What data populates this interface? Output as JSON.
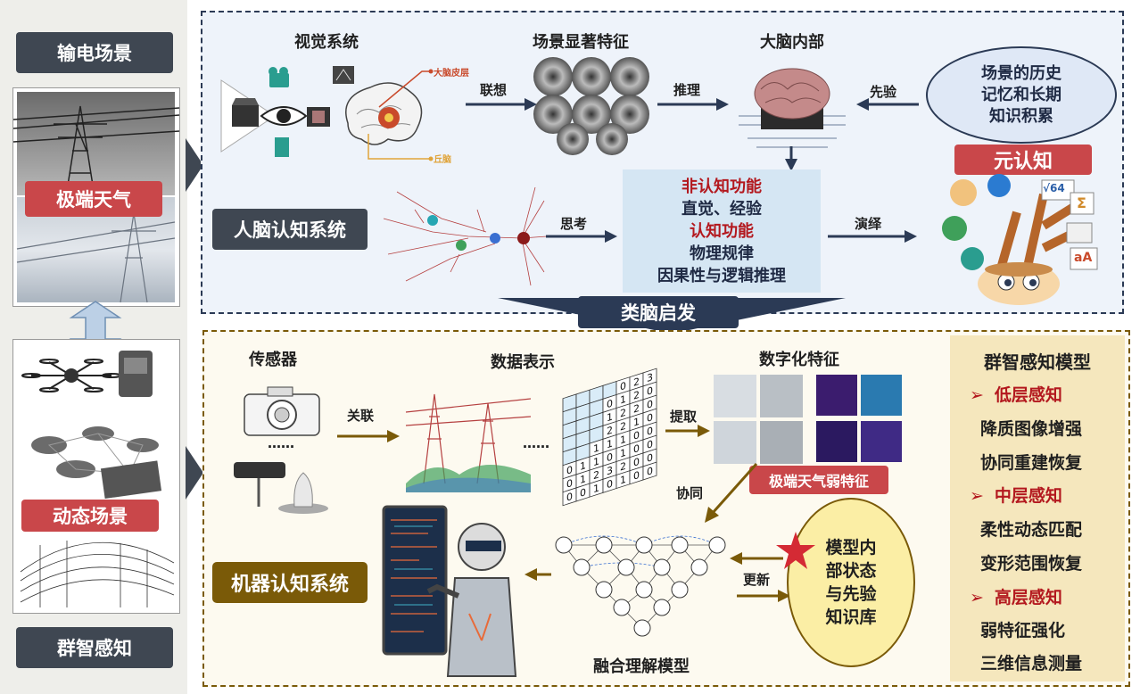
{
  "left_column": {
    "top_label": "输电场景",
    "weather_label": "极端天气",
    "dynamic_label": "动态场景",
    "bottom_label": "群智感知"
  },
  "human_panel": {
    "vision_system": "视觉系统",
    "scene_features": "场景显著特征",
    "brain_inside": "大脑内部",
    "memory_bubble": [
      "场景的历史",
      "记忆和长期",
      "知识积累"
    ],
    "cortex_label": "大脑皮层",
    "thalamus_label": "丘脑",
    "assoc_arrow": "联想",
    "infer_arrow": "推理",
    "prior_arrow": "先验",
    "think_arrow": "思考",
    "deduce_arrow": "演绎",
    "system_label": "人脑认知系统",
    "meta_cognition": "元认知",
    "function_box": {
      "line1": "非认知功能",
      "line2": "直觉、经验",
      "line3": "认知功能",
      "line4": "物理规律",
      "line5": "因果性与逻辑推理"
    }
  },
  "banner": "类脑启发",
  "machine_panel": {
    "sensor": "传感器",
    "data_repr": "数据表示",
    "digital_feature": "数字化特征",
    "relate_arrow": "关联",
    "extract_arrow": "提取",
    "collab_arrow": "协同",
    "update_arrow": "更新",
    "ellipsis": "……",
    "weak_feature": "极端天气弱特征",
    "model_bubble": [
      "模型内",
      "部状态",
      "与先验",
      "知识库"
    ],
    "fusion_model": "融合理解模型",
    "system_label": "机器认知系统",
    "matrix": [
      [
        "",
        "",
        "",
        "",
        "0",
        "2",
        "3"
      ],
      [
        "",
        "",
        "",
        "0",
        "1",
        "2",
        "0"
      ],
      [
        "",
        "",
        "",
        "1",
        "2",
        "2",
        "0"
      ],
      [
        "",
        "",
        "",
        "2",
        "2",
        "1",
        "0"
      ],
      [
        "",
        "",
        "1",
        "1",
        "1",
        "0",
        "0"
      ],
      [
        "0",
        "1",
        "1",
        "0",
        "1",
        "0",
        "0"
      ],
      [
        "0",
        "1",
        "2",
        "3",
        "2",
        "0",
        "0"
      ],
      [
        "0",
        "0",
        "1",
        "0",
        "1",
        "0",
        "0"
      ]
    ]
  },
  "right_panel": {
    "title": "群智感知模型",
    "low": "低层感知",
    "low_1": "降质图像增强",
    "low_2": "协同重建恢复",
    "mid": "中层感知",
    "mid_1": "柔性动态匹配",
    "mid_2": "变形范围恢复",
    "high": "高层感知",
    "high_1": "弱特征强化",
    "high_2": "三维信息测量"
  },
  "meta_icons": [
    "√64",
    "Σ",
    "aA"
  ],
  "colors": {
    "dark_label": "#3f4752",
    "red_label": "#c9474a",
    "brown_label": "#7a5a08",
    "human_panel_bg": "#eef3fa",
    "machine_panel_bg": "#fdfaf0",
    "right_panel_bg": "#f5e7bd",
    "arrow_blue": "#2b3a55",
    "arrow_brown": "#7a5a08"
  }
}
